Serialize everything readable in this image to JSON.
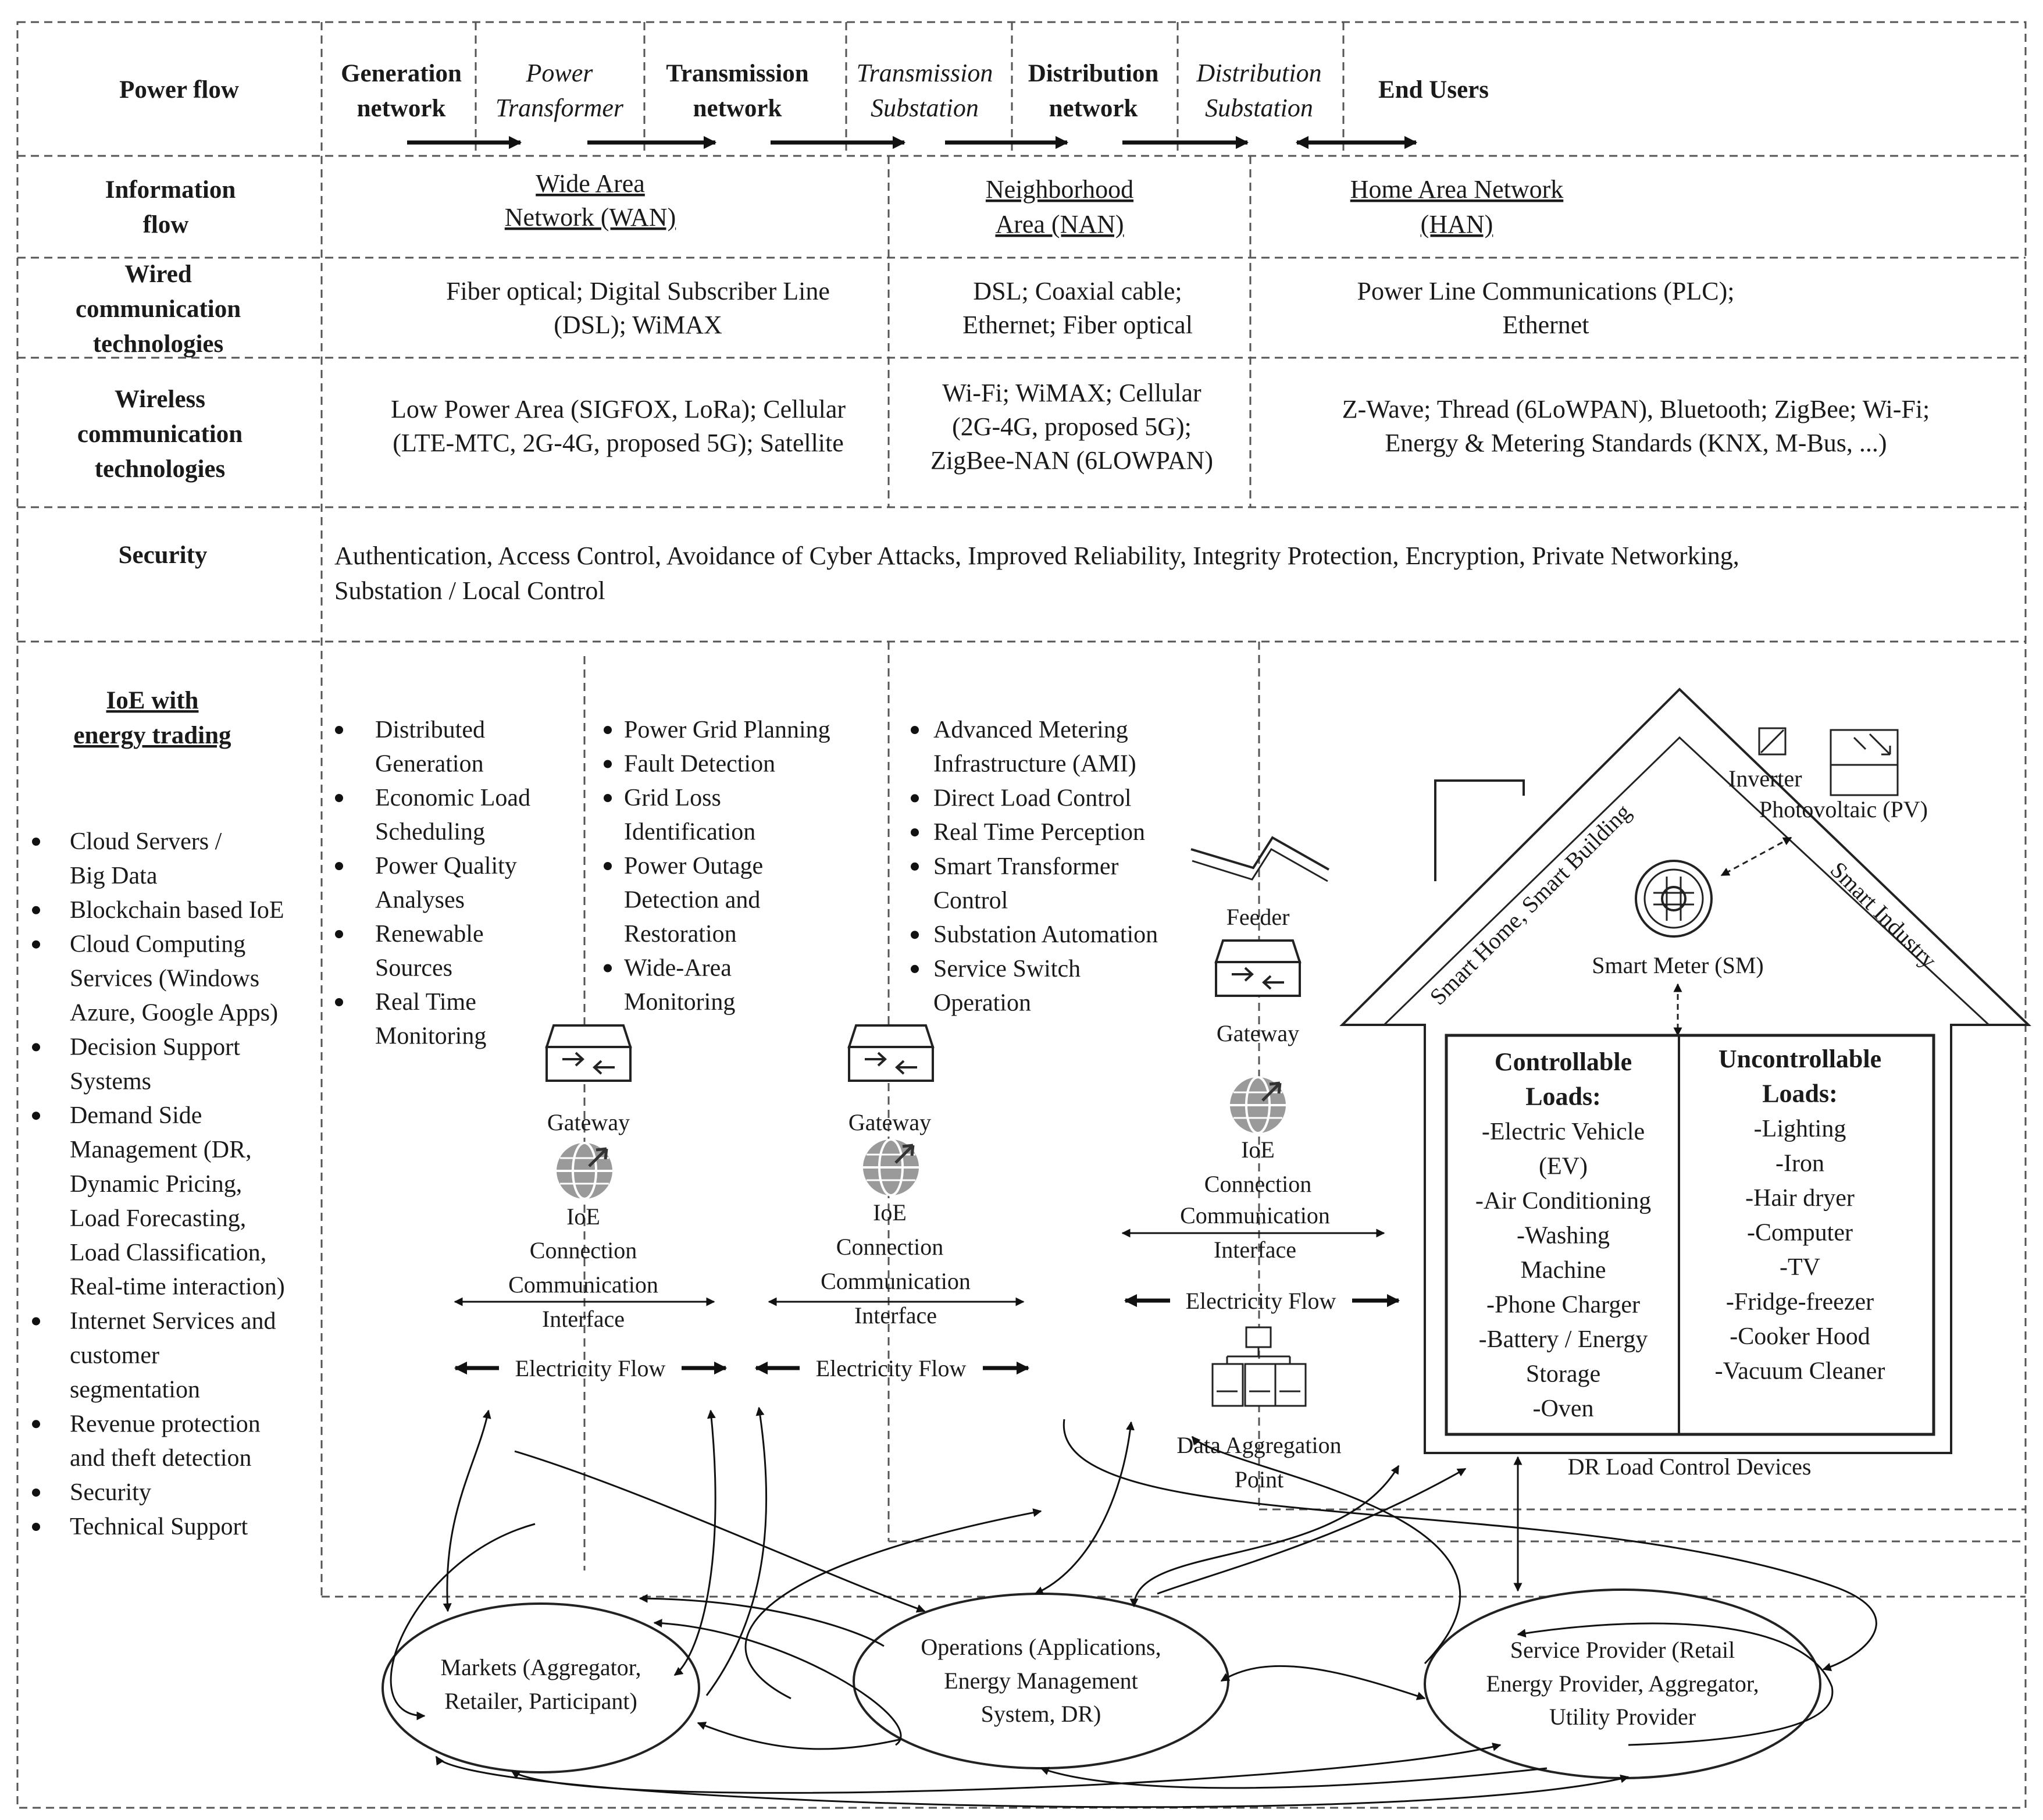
{
  "rows": {
    "power_flow": {
      "label": "Power flow",
      "items": [
        {
          "line1": "Generation",
          "line2": "network",
          "style": "bold"
        },
        {
          "line1": "Power",
          "line2": "Transformer",
          "style": "italic"
        },
        {
          "line1": "Transmission",
          "line2": "network",
          "style": "bold"
        },
        {
          "line1": "Transmission",
          "line2": "Substation",
          "style": "italic"
        },
        {
          "line1": "Distribution",
          "line2": "network",
          "style": "bold"
        },
        {
          "line1": "Distribution",
          "line2": "Substation",
          "style": "italic"
        },
        {
          "line1": "End Users",
          "line2": "",
          "style": "bold"
        }
      ]
    },
    "information_flow": {
      "label_line1": "Information",
      "label_line2": "flow",
      "wan": {
        "line1": "Wide Area",
        "line2": "Network (WAN)"
      },
      "nan": {
        "line1": "Neighborhood",
        "line2": "Area (NAN)"
      },
      "han": {
        "line1": "Home Area Network",
        "line2": "(HAN)"
      }
    },
    "wired": {
      "label_lines": [
        "Wired",
        "communication",
        "technologies"
      ],
      "wan": [
        "Fiber optical; Digital Subscriber Line",
        "(DSL); WiMAX"
      ],
      "nan": [
        "DSL; Coaxial cable;",
        "Ethernet; Fiber optical"
      ],
      "han": [
        "Power Line Communications (PLC);",
        "Ethernet"
      ]
    },
    "wireless": {
      "label_lines": [
        "Wireless",
        "communication",
        "technologies"
      ],
      "wan": [
        "Low Power Area (SIGFOX, LoRa); Cellular",
        "(LTE-MTC, 2G-4G, proposed 5G); Satellite"
      ],
      "nan": [
        "Wi-Fi; WiMAX; Cellular",
        "(2G-4G, proposed 5G);",
        "ZigBee-NAN (6LOWPAN)"
      ],
      "han": [
        "Z-Wave; Thread (6LoWPAN), Bluetooth; ZigBee; Wi-Fi;",
        "Energy & Metering Standards (KNX, M-Bus, ...)"
      ]
    },
    "security": {
      "label": "Security",
      "lines": [
        "Authentication, Access Control, Avoidance of Cyber Attacks, Improved Reliability, Integrity Protection, Encryption, Private Networking,",
        "Substation / Local Control"
      ]
    }
  },
  "ioe": {
    "label_line1": "IoE with",
    "label_line2": "energy trading",
    "left_list": [
      [
        "Cloud Servers /",
        "Big Data"
      ],
      [
        "Blockchain based IoE"
      ],
      [
        "Cloud Computing",
        "Services (Windows",
        "Azure, Google Apps)"
      ],
      [
        "Decision Support",
        "Systems"
      ],
      [
        "Demand Side",
        "Management (DR,",
        "Dynamic Pricing,",
        "Load Forecasting,",
        "Load Classification,",
        "Real-time interaction)"
      ],
      [
        "Internet Services and",
        "customer",
        "segmentation"
      ],
      [
        "Revenue protection",
        "and theft detection"
      ],
      [
        "Security"
      ],
      [
        "Technical Support"
      ]
    ],
    "gen_list": [
      [
        "Distributed",
        "Generation"
      ],
      [
        "Economic Load",
        "Scheduling"
      ],
      [
        "Power Quality",
        "Analyses"
      ],
      [
        "Renewable",
        "Sources"
      ],
      [
        "Real Time",
        "Monitoring"
      ]
    ],
    "trans_list": [
      [
        "Power Grid Planning"
      ],
      [
        "Fault Detection"
      ],
      [
        "Grid Loss",
        "Identification"
      ],
      [
        "Power Outage",
        "Detection and",
        "Restoration"
      ],
      [
        "Wide-Area",
        "Monitoring"
      ]
    ],
    "dist_list": [
      [
        "Advanced Metering",
        "Infrastructure (AMI)"
      ],
      [
        "Direct Load Control"
      ],
      [
        "Real Time Perception"
      ],
      [
        "Smart Transformer",
        "Control"
      ],
      [
        "Substation Automation"
      ],
      [
        "Service Switch",
        "Operation"
      ]
    ],
    "gateway_label": "Gateway",
    "ioe_interface_lines": [
      "IoE",
      "Connection",
      "Communication",
      "Interface"
    ],
    "electricity_flow": "Electricity Flow",
    "feeder_label": "Feeder",
    "data_aggregation": [
      "Data Aggregation",
      "Point"
    ]
  },
  "house": {
    "roof_left": "Smart Home, Smart Building",
    "roof_right": "Smart Industry",
    "inverter": "Inverter",
    "photovoltaic": "Photovoltaic (PV)",
    "smart_meter": "Smart Meter (SM)",
    "controllable_title": [
      "Controllable",
      "Loads:"
    ],
    "controllable_items": [
      "-Electric Vehicle",
      "(EV)",
      "-Air Conditioning",
      "-Washing",
      "Machine",
      "-Phone Charger",
      "-Battery / Energy",
      "Storage",
      "-Oven"
    ],
    "uncontrollable_title": [
      "Uncontrollable",
      "Loads:"
    ],
    "uncontrollable_items": [
      "-Lighting",
      "-Iron",
      "-Hair dryer",
      "-Computer",
      "-TV",
      "-Fridge-freezer",
      "-Cooker Hood",
      "-Vacuum Cleaner"
    ],
    "dr_label": "DR Load Control Devices"
  },
  "ellipses": {
    "markets": [
      "Markets (Aggregator,",
      "Retailer, Participant)"
    ],
    "operations": [
      "Operations (Applications,",
      "Energy Management",
      "System, DR)"
    ],
    "service_provider": [
      "Service Provider (Retail",
      "Energy Provider, Aggregator,",
      "Utility Provider"
    ]
  }
}
